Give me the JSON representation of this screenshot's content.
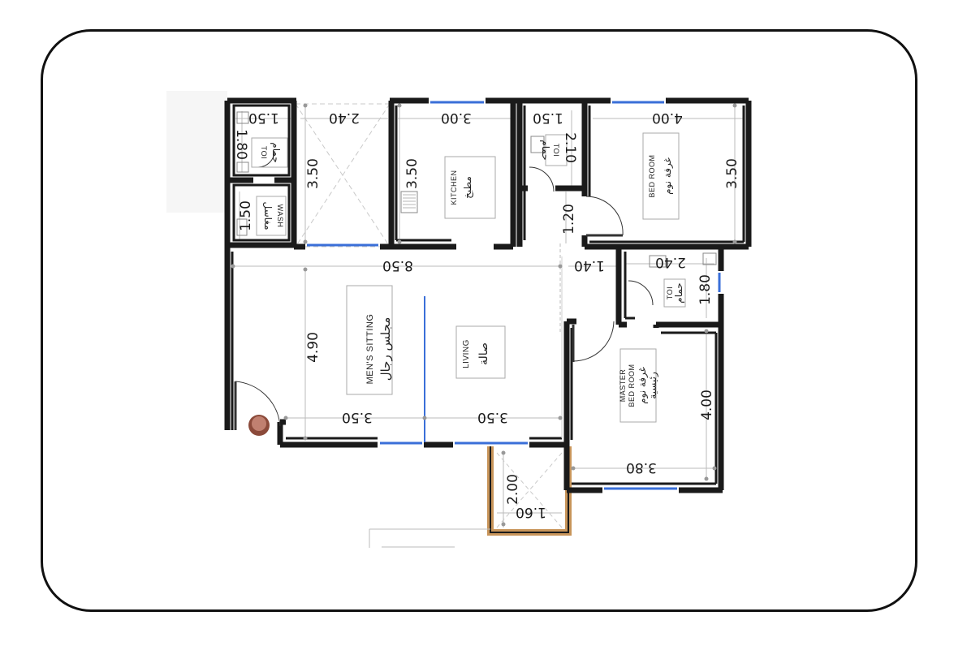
{
  "rooms": {
    "toilet_1": {
      "en": "TOI",
      "ar": "حمام"
    },
    "wash": {
      "en": "WASH",
      "ar": "مغاسل"
    },
    "kitchen": {
      "en": "KITCHEN",
      "ar": "مطبخ"
    },
    "toilet_2": {
      "en": "TOI",
      "ar": "حمام"
    },
    "bedroom": {
      "en": "BED ROOM",
      "ar": "غرفة نوم"
    },
    "mens_sitting": {
      "en": "MEN'S SITTING",
      "ar": "مجلس رجال"
    },
    "living": {
      "en": "LIVING",
      "ar": "صالة"
    },
    "toilet_3": {
      "en": "TOI",
      "ar": "حمام"
    },
    "master_bedroom": {
      "en_1": "MASTER",
      "en_2": "BED ROOM",
      "ar_1": "غرفة نوم",
      "ar_2": "رئيسية"
    }
  },
  "dimensions": {
    "toi1_w": "1.50",
    "toi1_h": "1.80",
    "wash_h": "1.50",
    "court_w": "2.40",
    "court_h": "3.50",
    "kitchen_w": "3.00",
    "kitchen_h": "3.50",
    "toi2_w": "1.50",
    "toi2_h": "2.10",
    "corridor_h": "1.20",
    "bed_w": "4.00",
    "bed_h": "3.50",
    "total_w": "8.50",
    "corridor_w": "1.40",
    "toi3_w": "2.40",
    "toi3_h": "1.80",
    "sitting_h": "4.90",
    "sitting_w": "3.50",
    "living_w": "3.50",
    "master_h": "4.00",
    "master_w": "3.80",
    "shaft_h": "2.00",
    "shaft_w": "1.60"
  },
  "colors": {
    "wall": "#1a1a1a",
    "window": "#3a6fd8",
    "shaft_wall": "#c8955a",
    "guide": "#bbbbbb"
  }
}
